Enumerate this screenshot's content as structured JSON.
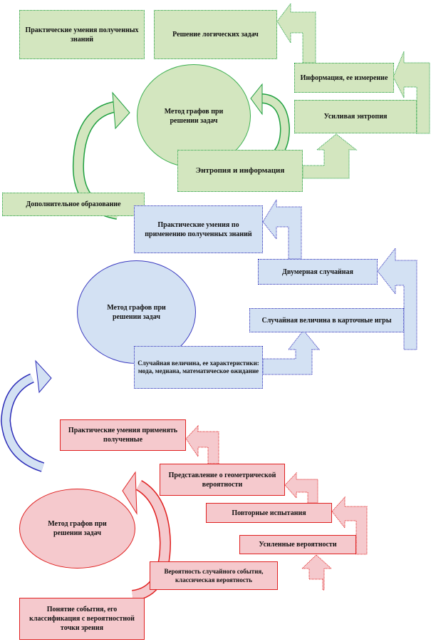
{
  "colors": {
    "green_fill": "#d3e6bf",
    "green_border": "#1fa040",
    "blue_fill": "#d3e1f3",
    "blue_border": "#2a2ab8",
    "red_fill": "#f5c9cd",
    "red_border": "#e02020"
  },
  "green": {
    "practical": "Практические умения полученных знаний",
    "logic": "Решение логических задач",
    "method": "Метод графов при решении задач",
    "information": "Информация, ее измерение",
    "entropy_gain": "Усиливая энтропия",
    "entropy_info": "Энтропия и информация",
    "extra": "Дополнительное образование"
  },
  "blue": {
    "practical": "Практические умения по применению полученных знаний",
    "method": "Метод графов при решении задач",
    "two_dim": "Двумерная случайная",
    "cards": "Случайная величина в карточные игры",
    "random_var": "Случайная величина, ее характеристики: мода, медиана, математическое ожидание"
  },
  "red": {
    "practical": "Практические умения применять полученные",
    "geometric": "Представление о геометрической вероятности",
    "repeated": "Повторные испытания",
    "enhanced": "Усиленные вероятности",
    "method": "Метод графов при решении задач",
    "probability": "Вероятность случайного события, классическая вероятность",
    "event": "Понятие события, его классификация с вероятностной точки зрения"
  }
}
